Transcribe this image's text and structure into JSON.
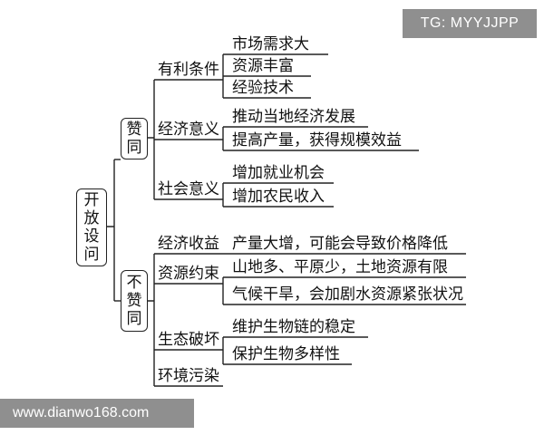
{
  "watermark": {
    "top": "TG: MYYJJPP",
    "bottom": "www.dianwo168.com"
  },
  "root": {
    "label": "开放设问"
  },
  "branches": [
    {
      "label": "赞同",
      "groups": [
        {
          "label": "有利条件",
          "items": [
            "市场需求大",
            "资源丰富",
            "经验技术"
          ]
        },
        {
          "label": "经济意义",
          "items": [
            "推动当地经济发展",
            "提高产量，获得规模效益"
          ]
        },
        {
          "label": "社会意义",
          "items": [
            "增加就业机会",
            "增加农民收入"
          ]
        }
      ]
    },
    {
      "label": "不赞同",
      "groups": [
        {
          "label": "经济收益",
          "items": [
            "产量大增，可能会导致价格降低"
          ]
        },
        {
          "label": "资源约束",
          "items": [
            "山地多、平原少，土地资源有限",
            "气候干旱，会加剧水资源紧张状况"
          ]
        },
        {
          "label": "生态破坏",
          "items": [
            "维护生物链的稳定",
            "保护生物多样性"
          ]
        },
        {
          "label": "环境污染",
          "items": []
        }
      ]
    }
  ]
}
